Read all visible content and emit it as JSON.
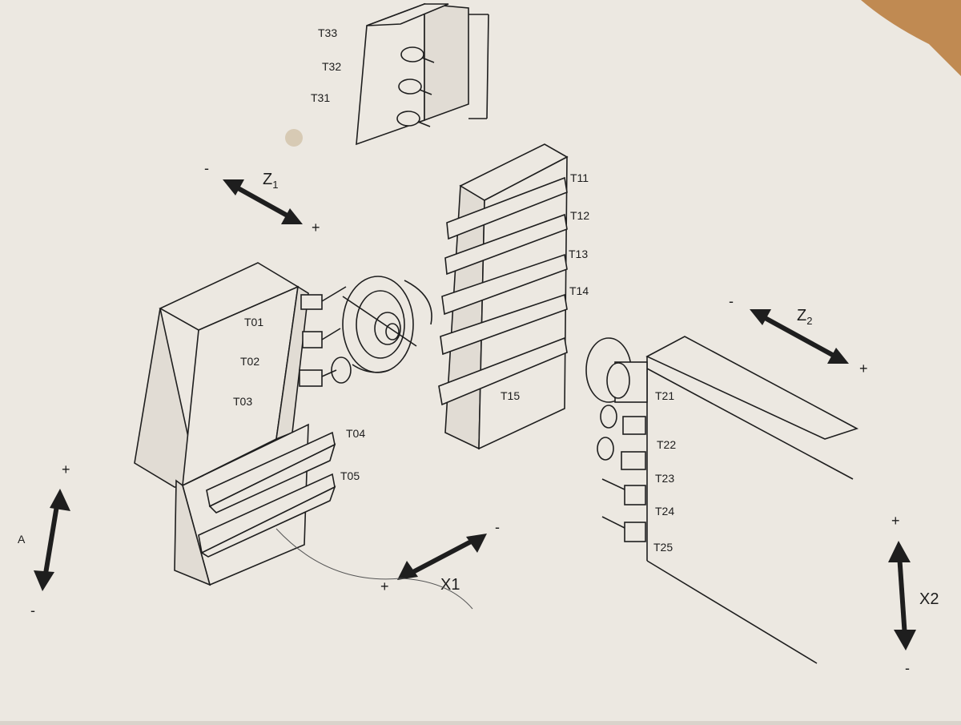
{
  "tool_labels": {
    "t31": "T31",
    "t32": "T32",
    "t33": "T33",
    "t01": "T01",
    "t02": "T02",
    "t03": "T03",
    "t04": "T04",
    "t05": "T05",
    "t11": "T11",
    "t12": "T12",
    "t13": "T13",
    "t14": "T14",
    "t15": "T15",
    "t21": "T21",
    "t22": "T22",
    "t23": "T23",
    "t24": "T24",
    "t25": "T25"
  },
  "axes": {
    "z1": {
      "label": "Z",
      "subscript": "1",
      "minus": "-",
      "plus": "+"
    },
    "z2": {
      "label": "Z",
      "subscript": "2",
      "minus": "-",
      "plus": "+"
    },
    "x1": {
      "label": "X1",
      "minus": "-",
      "plus": "+"
    },
    "x2": {
      "label": "X2",
      "minus": "-",
      "plus": "+"
    },
    "a": {
      "label": "A",
      "minus": "-",
      "plus": "+"
    }
  },
  "colors": {
    "paper": "#ece8e1",
    "ink": "#1e1e1e",
    "table": "#c08a52"
  }
}
